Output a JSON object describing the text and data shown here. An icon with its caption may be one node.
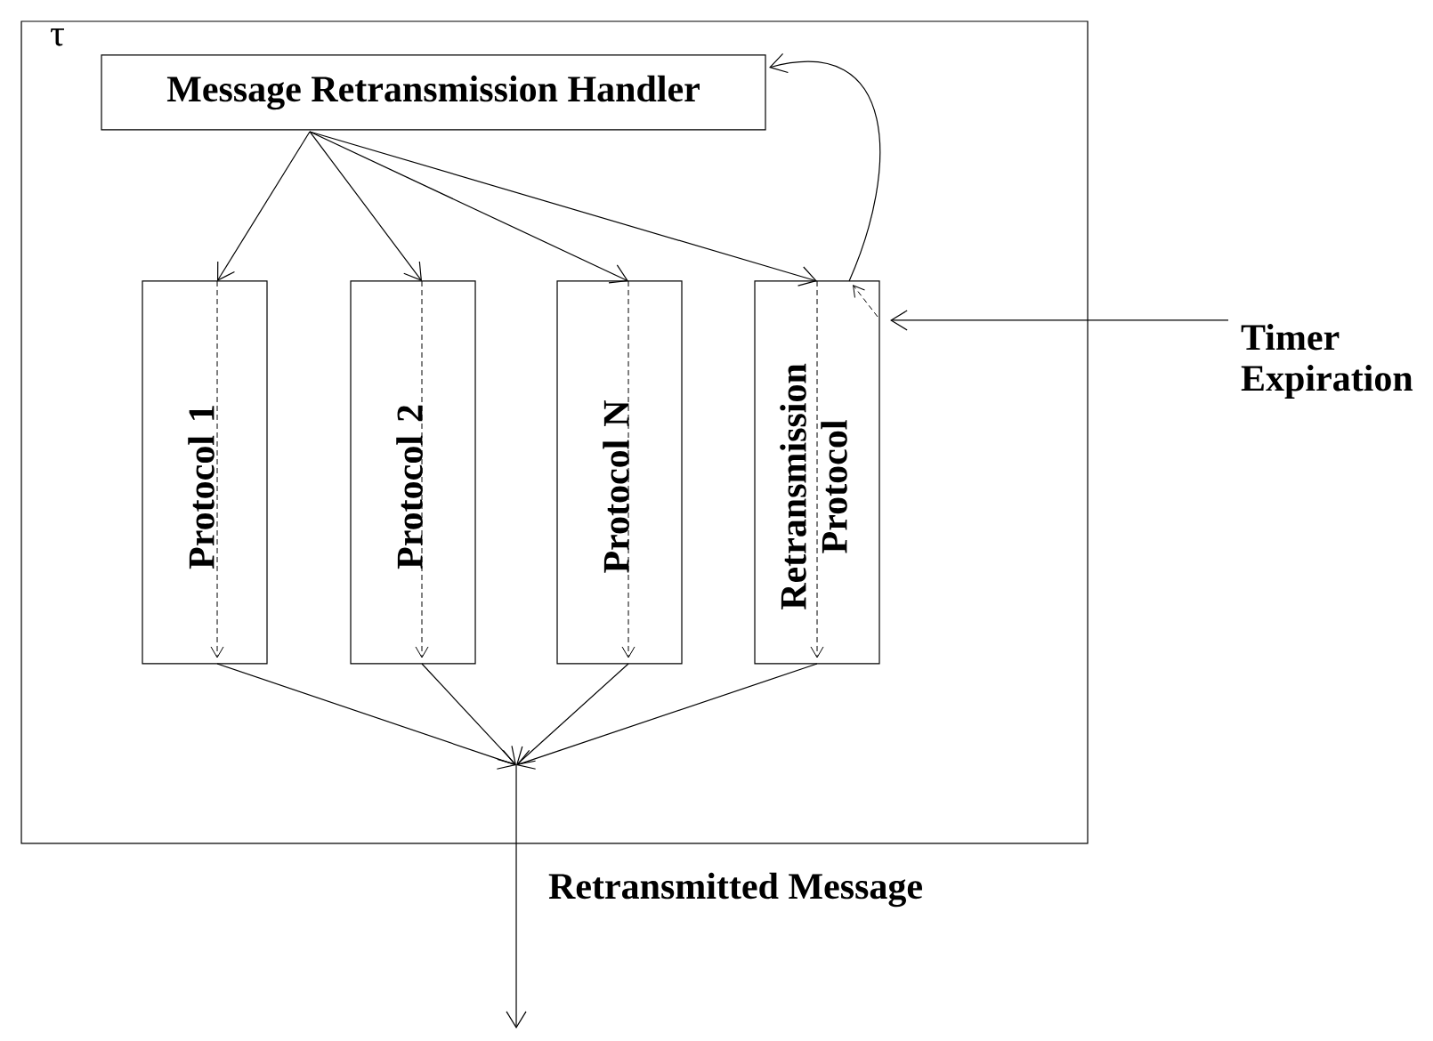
{
  "diagram": {
    "nodes": [
      {
        "text": [
          "τ"
        ]
      },
      {
        "text": [
          "Message Retransmission Handler"
        ],
        "in": 0
      },
      {
        "text": [
          "Protocol 1"
        ],
        "in": 0
      },
      {
        "text": [
          "Protocol 2"
        ],
        "in": 0
      },
      {
        "text": [
          "Protocol N"
        ],
        "in": 0
      },
      {
        "text": [
          "Retransmission Protocol"
        ],
        "in": 0
      },
      {
        "text": [
          "Timer Expiration"
        ]
      }
    ],
    "edges": [
      {
        "from": 1,
        "to": 2,
        "arrow": "to"
      },
      {
        "from": 1,
        "to": 3,
        "arrow": "to"
      },
      {
        "from": 1,
        "to": 4,
        "arrow": "to"
      },
      {
        "from": 1,
        "to": 5,
        "arrow": "to"
      },
      {
        "from": 5,
        "to": 1,
        "arrow": "to"
      },
      {
        "from": 6,
        "to": 5,
        "arrow": "to"
      },
      {
        "from": 2,
        "to": null,
        "arrow": "to"
      },
      {
        "from": 3,
        "to": null,
        "arrow": "to"
      },
      {
        "from": 4,
        "to": null,
        "arrow": "to"
      },
      {
        "from": 5,
        "to": null,
        "arrow": "to"
      }
    ],
    "labels": [
      "Retransmitted Message"
    ]
  }
}
